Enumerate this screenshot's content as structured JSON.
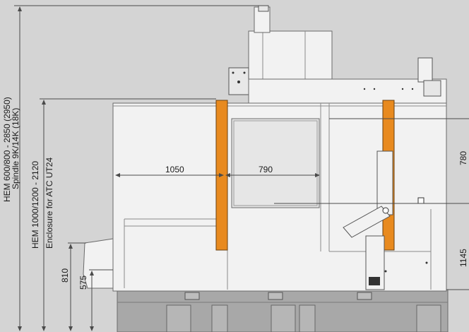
{
  "colors": {
    "background": "#d4d4d4",
    "body": "#f2f2f2",
    "outline": "#6a6a6a",
    "accent": "#e88a1f",
    "base": "#a8a8a8",
    "dimension_line": "#4a4a4a"
  },
  "dimensions": {
    "overall_height": {
      "line1": "HEM 600/800 - 2850 (2950)",
      "line2": "Spindle 9K/14K (18K)"
    },
    "enclosure_height": {
      "line1": "HEM 1000/1200 - 2120",
      "line2": "Enclosure for ATC UT24"
    },
    "height_810": "810",
    "height_575": "575",
    "width_1050": "1050",
    "width_790": "790",
    "height_780": "780",
    "height_1145": "1145"
  }
}
